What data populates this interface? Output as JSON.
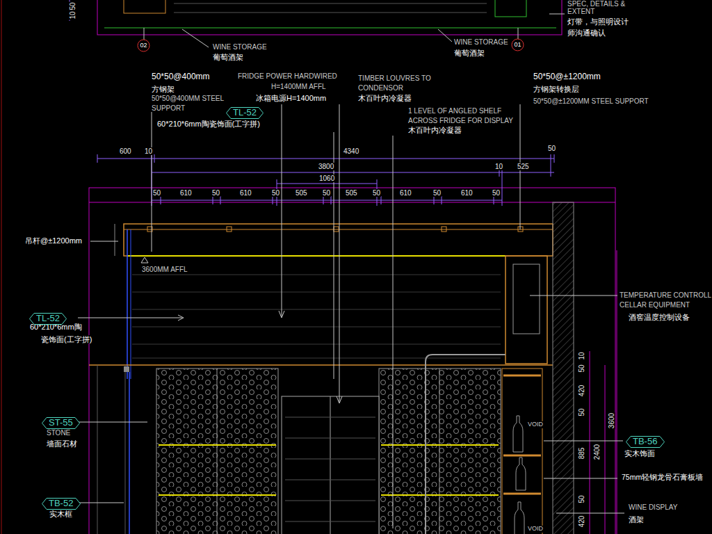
{
  "diagram": {
    "nodes": [
      {
        "text": [
          "TL-52"
        ]
      },
      {
        "text": [
          "TL-52"
        ]
      },
      {
        "text": [
          "ST-55"
        ]
      },
      {
        "text": [
          "TB-52"
        ]
      },
      {
        "text": [
          "TB-56"
        ]
      },
      {
        "text": [
          "02"
        ]
      },
      {
        "text": [
          "01"
        ]
      }
    ],
    "labels": [
      "10",
      "50",
      "SPEC, DETAILS &",
      "EXTENT",
      "灯带，与照明设计",
      "师沟通确认",
      "WINE STORAGE",
      "葡萄酒架",
      "WINE STORAGE",
      "葡萄酒架",
      "50*50@400mm",
      "方钢架",
      "50*50@400MM STEEL",
      "SUPPORT",
      "60*210*6mm陶瓷饰面(工字拼)",
      "FRIDGE POWER HARDWIRED",
      "H=1400MM AFFL",
      "冰箱电源H=1400mm",
      "TIMBER LOUVRES TO",
      "CONDENSOR",
      "木百叶内冷凝器",
      "1 LEVEL OF ANGLED SHELF",
      "ACROSS FRIDGE FOR DISPLAY",
      "木百叶内冷凝器",
      "50*50@±1200mm",
      "方钢架转换层",
      "50*50@±1200MM STEEL SUPPORT",
      "600",
      "10",
      "4340",
      "50",
      "3800",
      "10",
      "525",
      "1060",
      "50",
      "610",
      "50",
      "610",
      "50",
      "505",
      "50",
      "505",
      "50",
      "610",
      "50",
      "610",
      "50",
      "吊杆@±1200mm",
      "3600MM AFFL",
      "TEMPERATURE CONTROLL",
      "CELLAR EQUIPMENT",
      "酒窖温度控制设备",
      "60*210*6mm陶",
      "瓷饰面(工字拼)",
      "STONE",
      "墙面石材",
      "实木框",
      "10",
      "50",
      "420",
      "50",
      "885",
      "50",
      "420",
      "3600",
      "2400",
      "VOID",
      "VOID",
      "实木饰面",
      "75mm轻钢龙骨石膏板墙",
      "WINE DISPLAY",
      "酒架"
    ]
  }
}
